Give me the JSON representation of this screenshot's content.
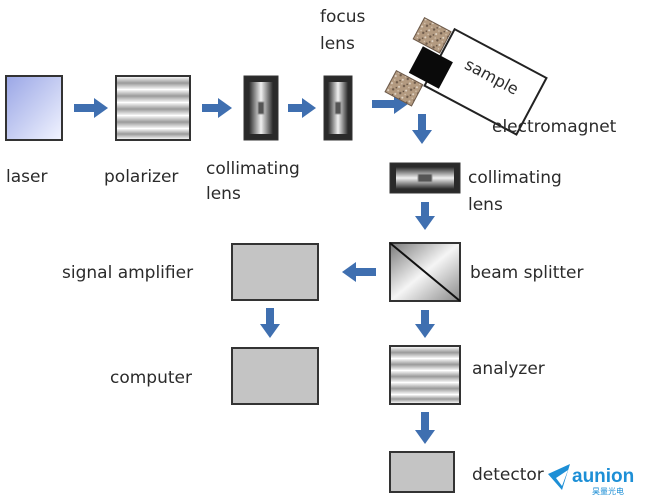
{
  "labels": {
    "laser": "laser",
    "polarizer": "polarizer",
    "collimating_lens_1_line1": "collimating",
    "collimating_lens_1_line2": "lens",
    "focus_lens_line1": "focus",
    "focus_lens_line2": "lens",
    "sample": "sample",
    "electromagnet": "electromagnet",
    "collimating_lens_2_line1": "collimating",
    "collimating_lens_2_line2": "lens",
    "beam_splitter": "beam splitter",
    "signal_amplifier": "signal amplifier",
    "computer": "computer",
    "analyzer": "analyzer",
    "detector": "detector"
  },
  "watermark": {
    "brand": "aunion",
    "sub": "昊量光电"
  },
  "colors": {
    "arrow": "#3f6fb0",
    "box_gray": "#c4c4c4",
    "outline": "#333333",
    "watermark": "#1d8fd6"
  }
}
